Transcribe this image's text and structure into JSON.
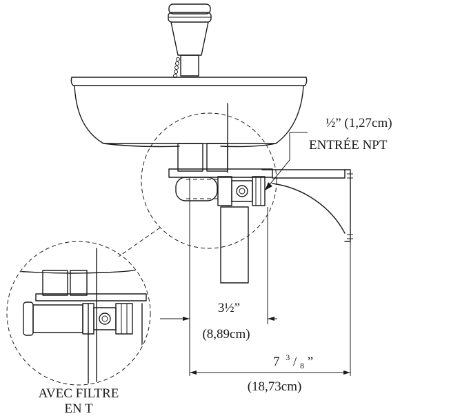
{
  "labels": {
    "inlet_size": "½” (1,27cm)",
    "inlet_type": "ENTRÉE NPT",
    "dim_offset_1": "3½”",
    "dim_offset_1_metric": "(8,89cm)",
    "dim_offset_2_whole": "7",
    "dim_offset_2_num": "3",
    "dim_offset_2_den": "8",
    "dim_offset_2_inch": "”",
    "dim_offset_2_metric": "(18,73cm)",
    "filter_line1": "AVEC FILTRE",
    "filter_line2": "EN T"
  },
  "colors": {
    "line": "#1a1a1a",
    "background": "#ffffff"
  }
}
